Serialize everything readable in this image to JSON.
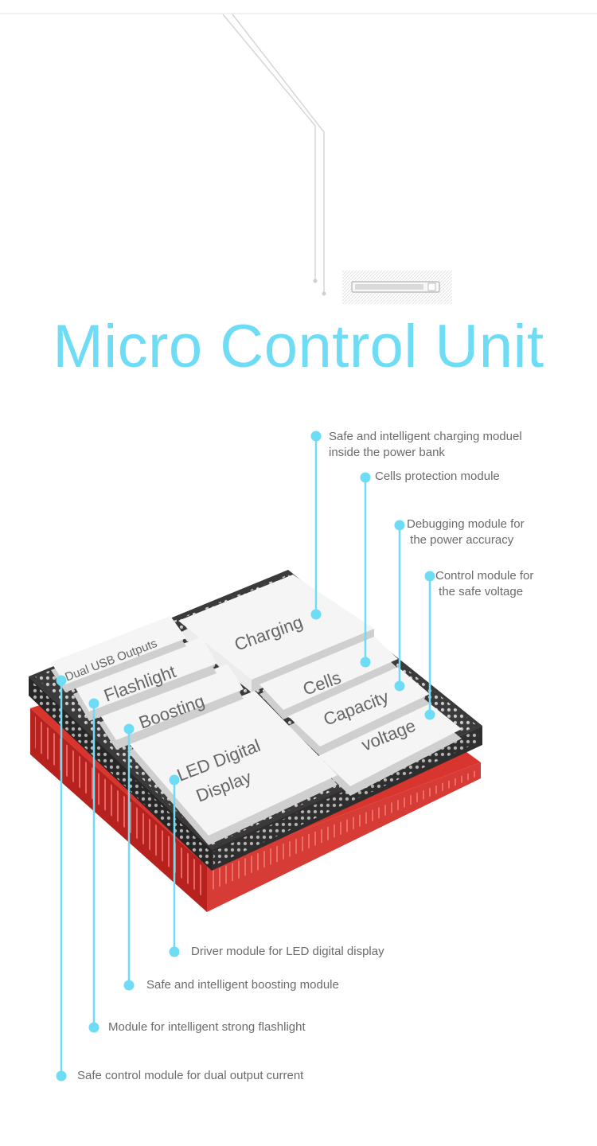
{
  "title": "Micro Control Unit",
  "colors": {
    "accent": "#6fdcf6",
    "board_black": "#3a3a3a",
    "board_red": "#d8352f",
    "chip": "#f4f4f4",
    "text": "#6b6b6b"
  },
  "modules": [
    {
      "chip_label": "Charging",
      "description_lines": [
        "Safe and intelligent charging moduel",
        "inside the power bank"
      ]
    },
    {
      "chip_label": "Cells",
      "description_lines": [
        "Cells protection module"
      ]
    },
    {
      "chip_label": "Capacity",
      "description_lines": [
        "Debugging module for",
        " the power accuracy"
      ]
    },
    {
      "chip_label": "voltage",
      "description_lines": [
        "Control module for",
        " the safe voltage"
      ]
    },
    {
      "chip_label_lines": [
        "LED Digital",
        "Display"
      ],
      "description_lines": [
        "Driver module for LED digital display"
      ]
    },
    {
      "chip_label": "Boosting",
      "description_lines": [
        "Safe and intelligent boosting module"
      ]
    },
    {
      "chip_label": "Flashlight",
      "description_lines": [
        "Module for intelligent strong flashlight"
      ]
    },
    {
      "chip_label": "Dual USB Outputs",
      "description_lines": [
        "Safe control module for dual output current"
      ]
    }
  ]
}
